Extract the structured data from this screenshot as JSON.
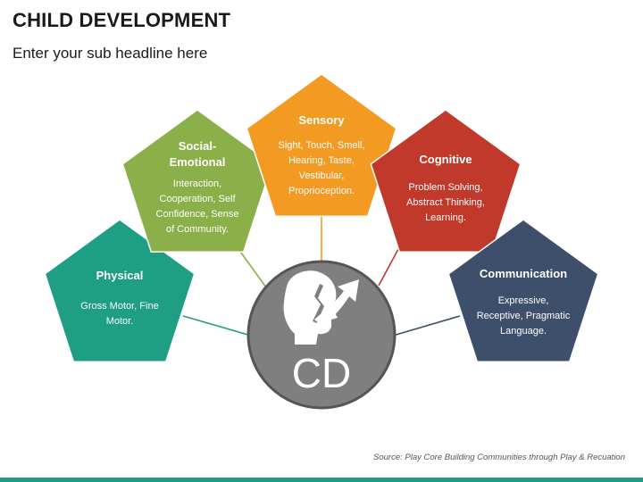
{
  "header": {
    "title": "CHILD DEVELOPMENT",
    "subtitle": "Enter your sub headline here"
  },
  "center": {
    "label": "CD",
    "icon": "head-growth-arrow-icon",
    "color": "#7f7f7f"
  },
  "pentagons": [
    {
      "id": "physical",
      "title": [
        "Physical"
      ],
      "body": [
        "Gross Motor, Fine",
        "Motor."
      ],
      "color": "#1e9e83"
    },
    {
      "id": "social-emotional",
      "title": [
        "Social-",
        "Emotional"
      ],
      "body": [
        "Interaction,",
        "Cooperation, Self",
        "Confidence, Sense",
        "of Community."
      ],
      "color": "#8bb04a"
    },
    {
      "id": "sensory",
      "title": [
        "Sensory"
      ],
      "body": [
        "Sight, Touch, Smell,",
        "Hearing, Taste,",
        "Vestibular,",
        "Proprioception."
      ],
      "color": "#f29a22"
    },
    {
      "id": "cognitive",
      "title": [
        "Cognitive"
      ],
      "body": [
        "Problem Solving,",
        "Abstract Thinking,",
        "Learning."
      ],
      "color": "#c0392b"
    },
    {
      "id": "communication",
      "title": [
        "Communication"
      ],
      "body": [
        "Expressive,",
        "Receptive, Pragmatic",
        "Language."
      ],
      "color": "#3e4f6b"
    }
  ],
  "source": "Source: Play Core Building Communities through Play & Recuation",
  "colors": {
    "accent_bar": "#1f9a86",
    "connector": "#8a8a8a"
  }
}
